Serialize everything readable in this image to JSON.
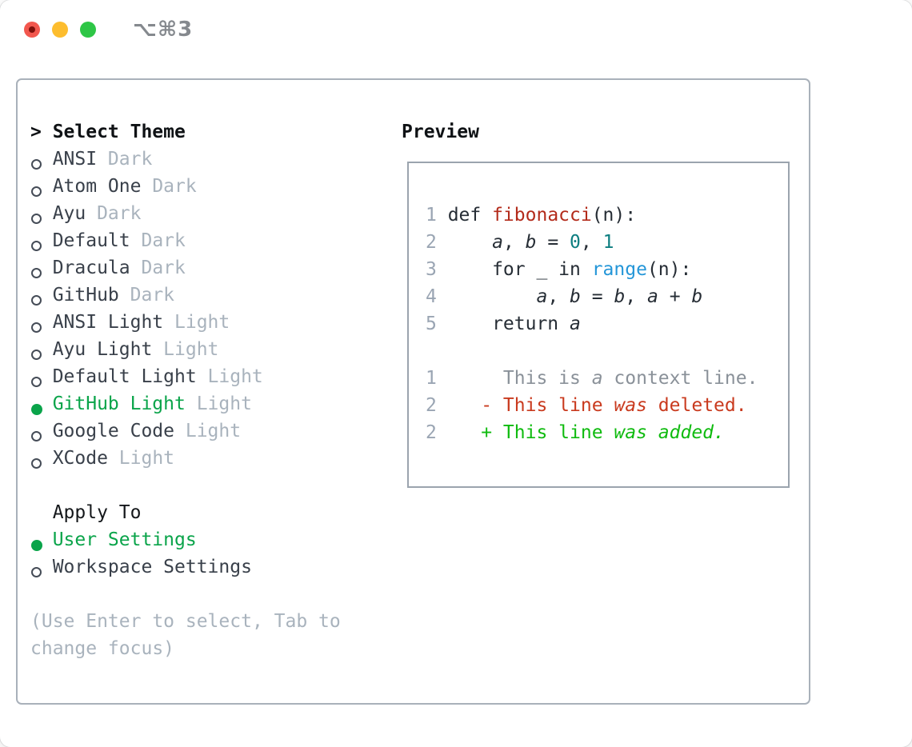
{
  "titlebar": {
    "title": "⌥⌘3"
  },
  "theme_list": {
    "header_prefix": ">",
    "header": "Select Theme",
    "items": [
      {
        "name": "ANSI",
        "variant": "Dark",
        "selected": false
      },
      {
        "name": "Atom One",
        "variant": "Dark",
        "selected": false
      },
      {
        "name": "Ayu",
        "variant": "Dark",
        "selected": false
      },
      {
        "name": "Default",
        "variant": "Dark",
        "selected": false
      },
      {
        "name": "Dracula",
        "variant": "Dark",
        "selected": false
      },
      {
        "name": "GitHub",
        "variant": "Dark",
        "selected": false
      },
      {
        "name": "ANSI Light",
        "variant": "Light",
        "selected": false
      },
      {
        "name": "Ayu Light",
        "variant": "Light",
        "selected": false
      },
      {
        "name": "Default Light",
        "variant": "Light",
        "selected": false
      },
      {
        "name": "GitHub Light",
        "variant": "Light",
        "selected": true
      },
      {
        "name": "Google Code",
        "variant": "Light",
        "selected": false
      },
      {
        "name": "XCode",
        "variant": "Light",
        "selected": false
      }
    ]
  },
  "apply_to": {
    "header": "Apply To",
    "options": [
      {
        "label": "User Settings",
        "selected": true
      },
      {
        "label": "Workspace Settings",
        "selected": false
      }
    ]
  },
  "help": {
    "line1": "(Use Enter to select, Tab to",
    "line2": "change focus)"
  },
  "preview": {
    "header": "Preview",
    "lines": [
      {
        "gutter": "1",
        "segments": [
          [
            "code",
            "def "
          ],
          [
            "fn",
            "fibonacci"
          ],
          [
            "code",
            "(n):"
          ]
        ]
      },
      {
        "gutter": "2",
        "segments": [
          [
            "code",
            "    "
          ],
          [
            "var",
            "a"
          ],
          [
            "code",
            ", "
          ],
          [
            "var",
            "b"
          ],
          [
            "code",
            " = "
          ],
          [
            "num",
            "0"
          ],
          [
            "code",
            ", "
          ],
          [
            "num",
            "1"
          ]
        ]
      },
      {
        "gutter": "3",
        "segments": [
          [
            "code",
            "    for _ in "
          ],
          [
            "builtin",
            "range"
          ],
          [
            "code",
            "(n):"
          ]
        ]
      },
      {
        "gutter": "4",
        "segments": [
          [
            "code",
            "        "
          ],
          [
            "var",
            "a"
          ],
          [
            "code",
            ", "
          ],
          [
            "var",
            "b"
          ],
          [
            "code",
            " = "
          ],
          [
            "var",
            "b"
          ],
          [
            "code",
            ", "
          ],
          [
            "var",
            "a"
          ],
          [
            "code",
            " + "
          ],
          [
            "var",
            "b"
          ]
        ]
      },
      {
        "gutter": "5",
        "segments": [
          [
            "code",
            "    return "
          ],
          [
            "var",
            "a"
          ]
        ]
      },
      {
        "gutter": "",
        "segments": []
      },
      {
        "gutter": "1",
        "segments": [
          [
            "ctx",
            "     This is "
          ],
          [
            "ctxi",
            "a"
          ],
          [
            "ctx",
            " context line."
          ]
        ]
      },
      {
        "gutter": "2",
        "segments": [
          [
            "del",
            "   - This line "
          ],
          [
            "deli",
            "was"
          ],
          [
            "del",
            " deleted."
          ]
        ]
      },
      {
        "gutter": "2",
        "segments": [
          [
            "add",
            "   + This line "
          ],
          [
            "addi",
            "was added."
          ]
        ]
      }
    ]
  },
  "colors": {
    "selection_green": "#0aa44a",
    "diff_added_green": "#0fbb0f",
    "diff_deleted_red": "#c93a1e",
    "function_red": "#b32b1b",
    "number_teal": "#0d7e80",
    "builtin_blue": "#2496d8",
    "muted_gray": "#a9b3bd",
    "traffic_close": "#f2574e",
    "traffic_minimize": "#fdbd2e",
    "traffic_zoom": "#2ec646"
  }
}
